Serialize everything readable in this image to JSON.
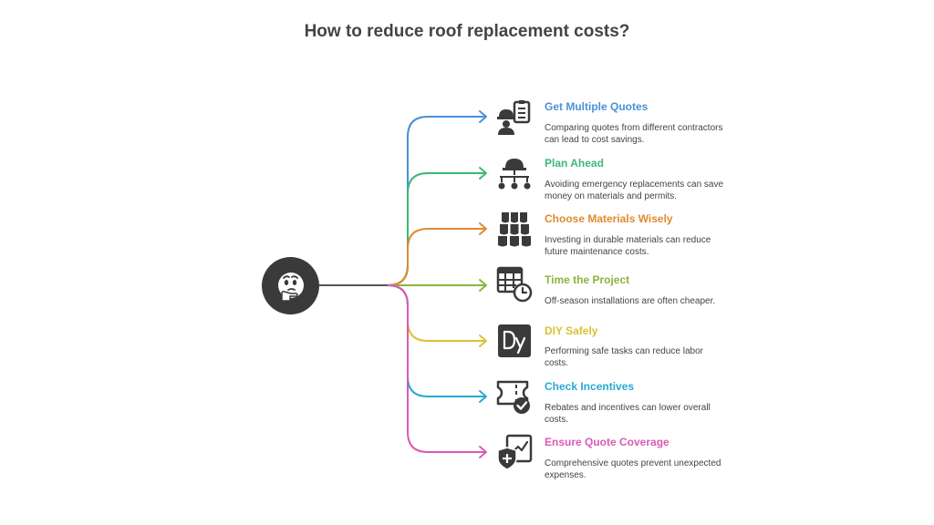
{
  "title": "How to reduce roof replacement costs?",
  "hub": {
    "icon": "thinking-face-icon"
  },
  "items": [
    {
      "title": "Get Multiple Quotes",
      "description": "Comparing quotes from different contractors can lead to cost savings.",
      "color": "#4a90d9",
      "icon": "contractor-checklist-icon"
    },
    {
      "title": "Plan Ahead",
      "description": "Avoiding emergency replacements can save money on materials and permits.",
      "color": "#3cb878",
      "icon": "hierarchy-plan-icon"
    },
    {
      "title": "Choose Materials Wisely",
      "description": "Investing in durable materials can reduce future maintenance costs.",
      "color": "#e08a2e",
      "icon": "roof-tiles-icon"
    },
    {
      "title": "Time the Project",
      "description": "Off-season installations are often cheaper.",
      "color": "#8cb43c",
      "icon": "calendar-clock-icon"
    },
    {
      "title": "DIY Safely",
      "description": "Performing safe tasks can reduce labor costs.",
      "color": "#d9c234",
      "icon": "diy-tools-icon"
    },
    {
      "title": "Check Incentives",
      "description": "Rebates and incentives can lower overall costs.",
      "color": "#2aa9d2",
      "icon": "rebate-ticket-icon"
    },
    {
      "title": "Ensure Quote Coverage",
      "description": "Comprehensive quotes prevent unexpected expenses.",
      "color": "#d95bb5",
      "icon": "shield-document-icon"
    }
  ]
}
